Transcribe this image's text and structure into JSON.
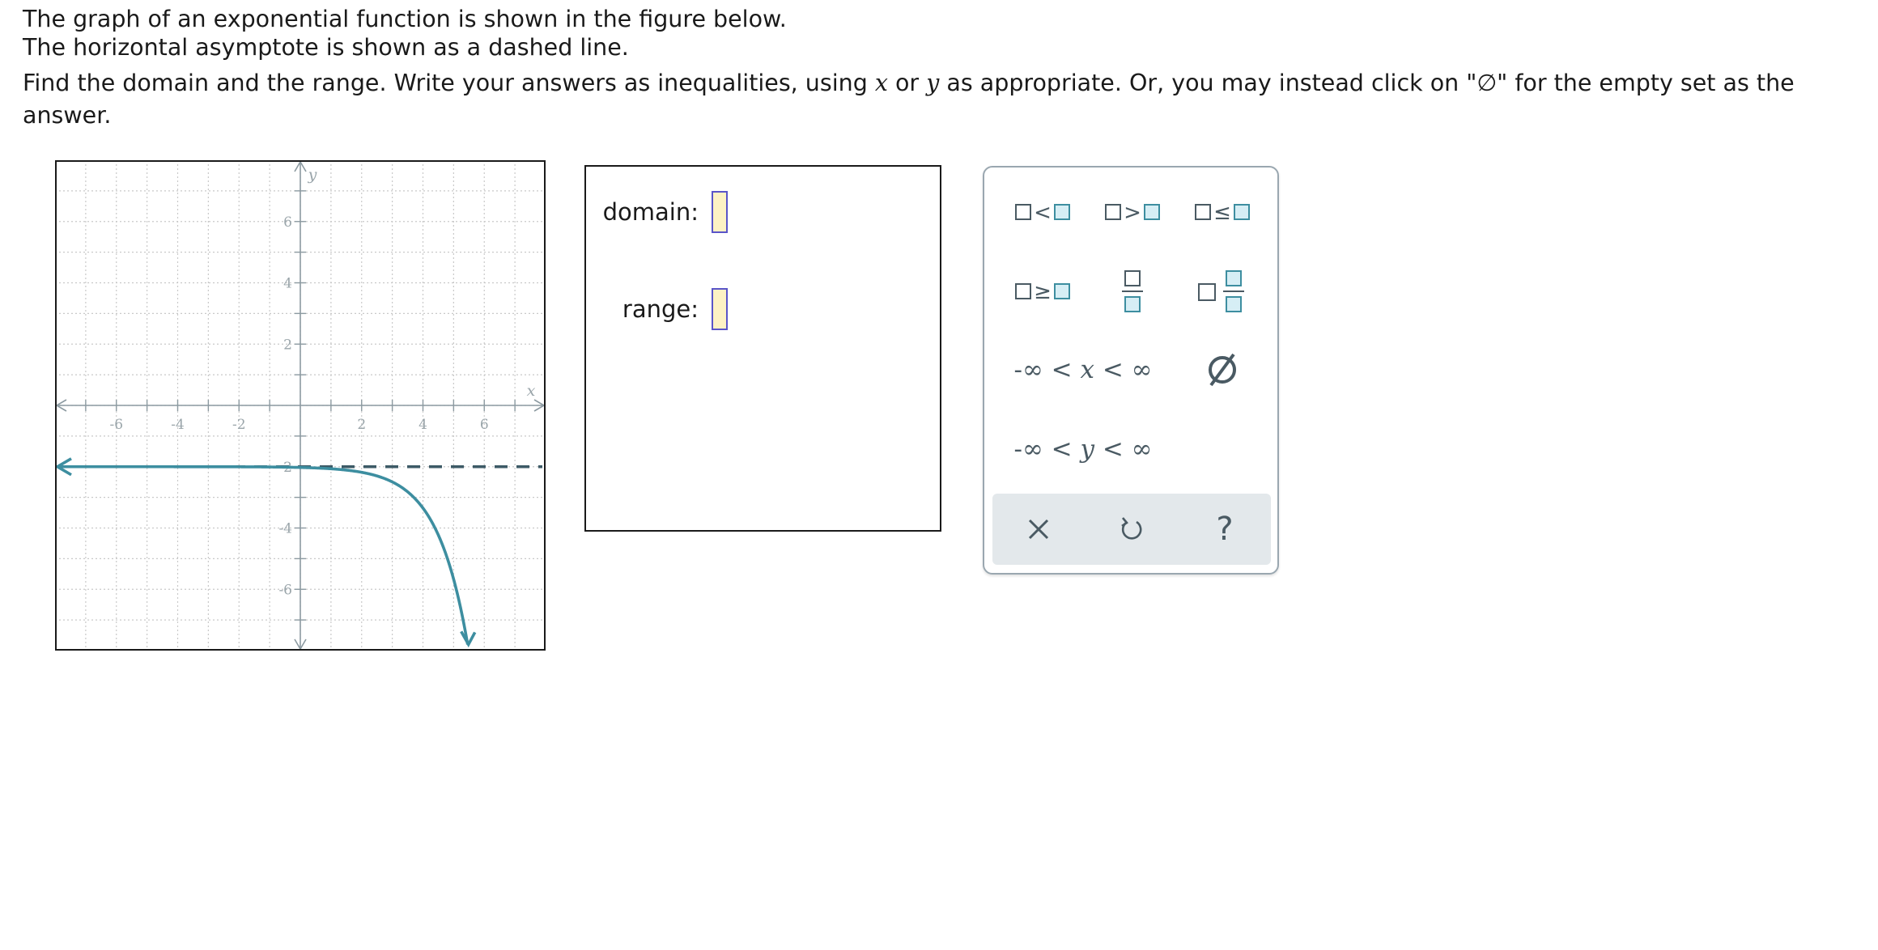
{
  "prompt": {
    "line1": "The graph of an exponential function is shown in the figure below.",
    "line2": "The horizontal asymptote is shown as a dashed line.",
    "line3_part1": "Find the domain and the range. Write your answers as inequalities, using ",
    "var_x": "x",
    "line3_or": " or ",
    "var_y": "y",
    "line3_part2": " as appropriate. Or, you may instead click on \"∅\" for the empty set as the answer."
  },
  "graph": {
    "x_axis_label": "x",
    "y_axis_label": "y",
    "x_ticks": [
      "-6",
      "-4",
      "-2",
      "2",
      "4",
      "6"
    ],
    "y_ticks": [
      "6",
      "4",
      "2",
      "-2",
      "-4",
      "-6"
    ],
    "x_range": [
      -8,
      8
    ],
    "y_range": [
      -8,
      8
    ],
    "grid": true,
    "asymptote_y": -2,
    "curve_color": "#3d8ea0",
    "asymptote_color": "#3d5a66"
  },
  "answer": {
    "domain_label": "domain:",
    "range_label": "range:"
  },
  "palette": {
    "lt_symbol": "<",
    "gt_symbol": ">",
    "le_symbol": "≤",
    "ge_symbol": "≥",
    "x_interval": {
      "left": "-∞ < ",
      "var": "x",
      "right": " < ∞"
    },
    "y_interval": {
      "left": "-∞ < ",
      "var": "y",
      "right": " < ∞"
    },
    "empty_set_icon": "empty-set-icon",
    "clear_icon": "close-icon",
    "undo_icon": "undo-icon",
    "help_label": "?"
  }
}
